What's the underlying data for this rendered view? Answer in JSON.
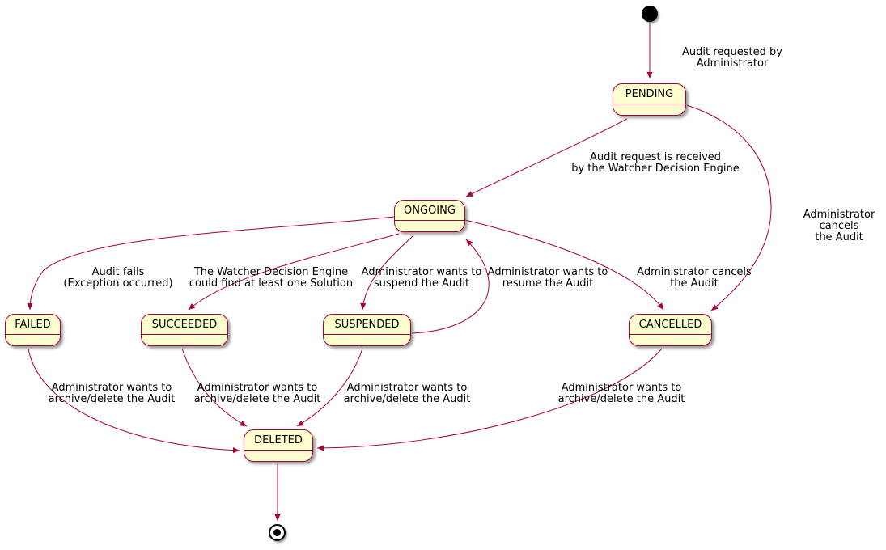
{
  "diagram": {
    "type": "uml-state-diagram"
  },
  "colors": {
    "background": "#FFFFFF",
    "state_fill": "#FEFECE",
    "state_border": "#A80036",
    "arrow": "#A80036",
    "label_text": "#000000"
  },
  "states": {
    "pending": {
      "label": "PENDING"
    },
    "ongoing": {
      "label": "ONGOING"
    },
    "failed": {
      "label": "FAILED"
    },
    "succeeded": {
      "label": "SUCCEEDED"
    },
    "suspended": {
      "label": "SUSPENDED"
    },
    "cancelled": {
      "label": "CANCELLED"
    },
    "deleted": {
      "label": "DELETED"
    }
  },
  "transitions": {
    "init_to_pending": {
      "label": "Audit requested by Administrator"
    },
    "pending_to_ongoing": {
      "label": "Audit request is received\nby the Watcher Decision Engine"
    },
    "pending_to_cancelled": {
      "label": "Administrator cancels\nthe Audit"
    },
    "ongoing_to_failed": {
      "label": "Audit fails\n(Exception occurred)"
    },
    "ongoing_to_succeeded": {
      "label": "The Watcher Decision Engine\ncould find at least one Solution"
    },
    "ongoing_to_suspended": {
      "label": "Administrator wants to\nsuspend the Audit"
    },
    "suspended_to_ongoing": {
      "label": "Administrator wants to\nresume the Audit"
    },
    "ongoing_to_cancelled": {
      "label": "Administrator cancels\nthe Audit"
    },
    "failed_to_deleted": {
      "label": "Administrator wants to\narchive/delete the Audit"
    },
    "succeeded_to_deleted": {
      "label": "Administrator wants to\narchive/delete the Audit"
    },
    "suspended_to_deleted": {
      "label": "Administrator wants to\narchive/delete the Audit"
    },
    "cancelled_to_deleted": {
      "label": "Administrator wants to\narchive/delete the Audit"
    }
  }
}
